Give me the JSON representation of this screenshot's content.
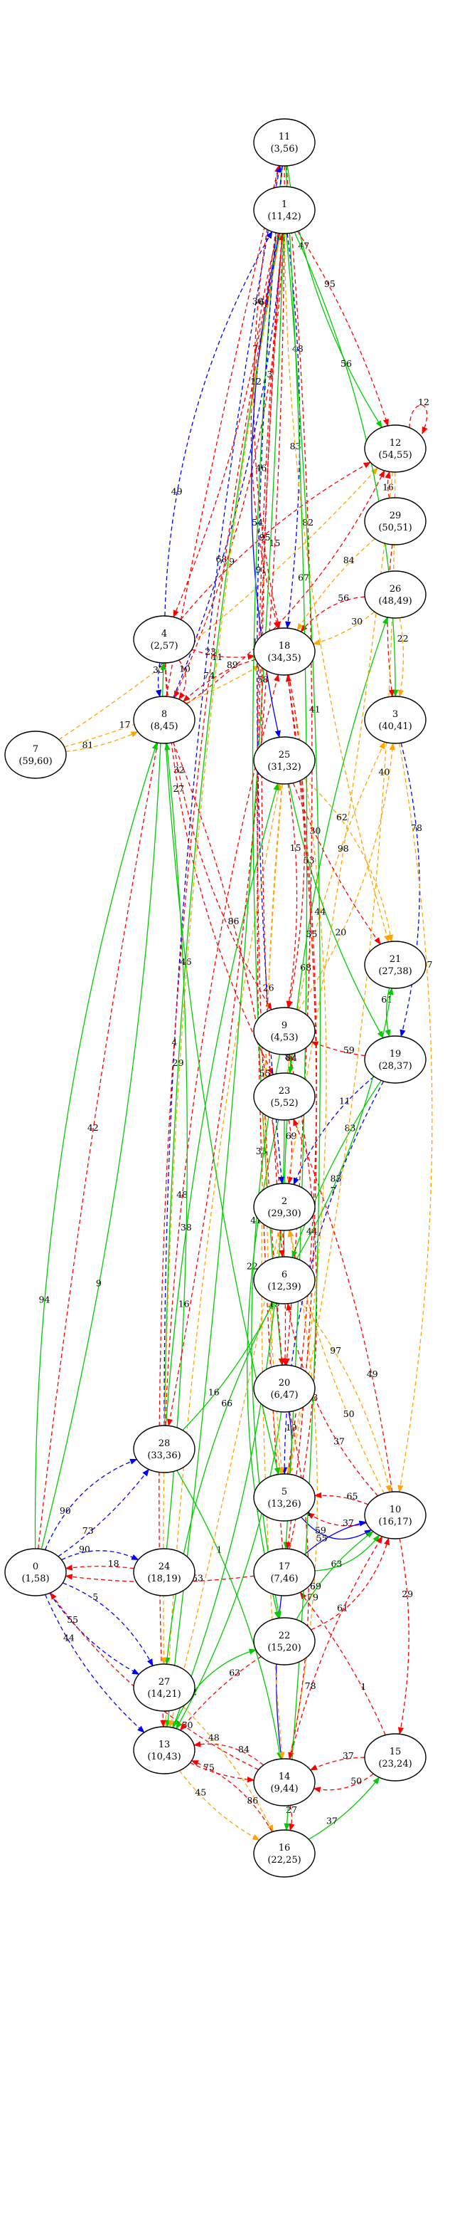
{
  "colors": {
    "red": "#ff0000",
    "blue": "#0000ff",
    "green": "#00cc00",
    "orange": "#ffa500"
  },
  "nodes": [
    {
      "id": "0",
      "label": "0",
      "sub": "(1,58)"
    },
    {
      "id": "1",
      "label": "1",
      "sub": "(11,42)"
    },
    {
      "id": "2",
      "label": "2",
      "sub": "(29,30)"
    },
    {
      "id": "3",
      "label": "3",
      "sub": "(40,41)"
    },
    {
      "id": "4",
      "label": "4",
      "sub": "(2,57)"
    },
    {
      "id": "5",
      "label": "5",
      "sub": "(13,26)"
    },
    {
      "id": "6",
      "label": "6",
      "sub": "(12,39)"
    },
    {
      "id": "7",
      "label": "7",
      "sub": "(59,60)"
    },
    {
      "id": "8",
      "label": "8",
      "sub": "(8,45)"
    },
    {
      "id": "9",
      "label": "9",
      "sub": "(4,53)"
    },
    {
      "id": "10",
      "label": "10",
      "sub": "(16,17)"
    },
    {
      "id": "11",
      "label": "11",
      "sub": "(3,56)"
    },
    {
      "id": "12",
      "label": "12",
      "sub": "(54,55)"
    },
    {
      "id": "13",
      "label": "13",
      "sub": "(10,43)"
    },
    {
      "id": "14",
      "label": "14",
      "sub": "(9,44)"
    },
    {
      "id": "15",
      "label": "15",
      "sub": "(23,24)"
    },
    {
      "id": "16",
      "label": "16",
      "sub": "(22,25)"
    },
    {
      "id": "17",
      "label": "17",
      "sub": "(7,46)"
    },
    {
      "id": "18",
      "label": "18",
      "sub": "(34,35)"
    },
    {
      "id": "19",
      "label": "19",
      "sub": "(28,37)"
    },
    {
      "id": "20",
      "label": "20",
      "sub": "(6,47)"
    },
    {
      "id": "21",
      "label": "21",
      "sub": "(27,38)"
    },
    {
      "id": "22",
      "label": "22",
      "sub": "(15,20)"
    },
    {
      "id": "23",
      "label": "23",
      "sub": "(5,52)"
    },
    {
      "id": "24",
      "label": "24",
      "sub": "(18,19)"
    },
    {
      "id": "25",
      "label": "25",
      "sub": "(31,32)"
    },
    {
      "id": "26",
      "label": "26",
      "sub": "(48,49)"
    },
    {
      "id": "27",
      "label": "27",
      "sub": "(14,21)"
    },
    {
      "id": "28",
      "label": "28",
      "sub": "(33,36)"
    },
    {
      "id": "29",
      "label": "29",
      "sub": "(50,51)"
    }
  ],
  "edges": [
    {
      "from": "7",
      "to": "12",
      "color": "orange",
      "style": "dashed",
      "label": "2"
    },
    {
      "from": "4",
      "to": "12",
      "color": "red",
      "style": "dashed",
      "label": "9"
    },
    {
      "from": "8",
      "to": "12",
      "color": "red",
      "style": "dashed",
      "label": "18"
    },
    {
      "from": "0",
      "to": "11",
      "color": "red",
      "style": "dashed",
      "label": "42"
    },
    {
      "from": "11",
      "to": "12",
      "color": "green",
      "style": "solid",
      "label": "47"
    },
    {
      "from": "1",
      "to": "12",
      "color": "red",
      "style": "dashed",
      "label": "95"
    },
    {
      "from": "12",
      "to": "12",
      "color": "red",
      "style": "dashed",
      "label": "12"
    },
    {
      "from": "4",
      "to": "1",
      "color": "blue",
      "style": "dashed",
      "label": "49"
    },
    {
      "from": "8",
      "to": "1",
      "color": "blue",
      "style": "dashed",
      "label": "68"
    },
    {
      "from": "28",
      "to": "11",
      "color": "blue",
      "style": "dashed",
      "label": "4"
    },
    {
      "from": "7",
      "to": "18",
      "color": "orange",
      "style": "dashed",
      "label": "17"
    },
    {
      "from": "28",
      "to": "1",
      "color": "green",
      "style": "solid",
      "label": "29"
    },
    {
      "from": "4",
      "to": "18",
      "color": "red",
      "style": "dashed",
      "label": "23"
    },
    {
      "from": "28",
      "to": "18",
      "color": "red",
      "style": "dashed",
      "label": "48"
    },
    {
      "from": "5",
      "to": "18",
      "color": "red",
      "style": "dashed",
      "label": "44"
    },
    {
      "from": "1",
      "to": "18",
      "color": "blue",
      "style": "dashed",
      "label": "48"
    },
    {
      "from": "1",
      "to": "18",
      "color": "red",
      "style": "dashed",
      "label": "7"
    },
    {
      "from": "29",
      "to": "12",
      "color": "red",
      "style": "dashed",
      "label": "16"
    },
    {
      "from": "29",
      "to": "18",
      "color": "orange",
      "style": "dashed",
      "label": "84"
    },
    {
      "from": "26",
      "to": "18",
      "color": "orange",
      "style": "dashed",
      "label": "30"
    },
    {
      "from": "26",
      "to": "18",
      "color": "red",
      "style": "dashed",
      "label": "56"
    },
    {
      "from": "17",
      "to": "1",
      "color": "red",
      "style": "dashed",
      "label": "33"
    },
    {
      "from": "18",
      "to": "8",
      "color": "red",
      "style": "dashed",
      "label": "89"
    },
    {
      "from": "11",
      "to": "4",
      "color": "red",
      "style": "dashed",
      "label": "61"
    },
    {
      "from": "11",
      "to": "18",
      "color": "red",
      "style": "dashed",
      "label": "30"
    },
    {
      "from": "1",
      "to": "8",
      "color": "red",
      "style": "dashed",
      "label": "3"
    },
    {
      "from": "4",
      "to": "8",
      "color": "blue",
      "style": "dashed",
      "label": "33"
    },
    {
      "from": "4",
      "to": "8",
      "color": "red",
      "style": "dashed",
      "label": "10"
    },
    {
      "from": "7",
      "to": "8",
      "color": "orange",
      "style": "dashed",
      "label": "81"
    },
    {
      "from": "1",
      "to": "3",
      "color": "green",
      "style": "solid",
      "label": "56"
    },
    {
      "from": "29",
      "to": "3",
      "color": "red",
      "style": "dashed",
      "label": "58"
    },
    {
      "from": "26",
      "to": "3",
      "color": "orange",
      "style": "dashed",
      "label": "22"
    },
    {
      "from": "9",
      "to": "3",
      "color": "orange",
      "style": "dashed",
      "label": "20"
    },
    {
      "from": "23",
      "to": "3",
      "color": "orange",
      "style": "dashed",
      "label": "68"
    },
    {
      "from": "1",
      "to": "25",
      "color": "blue",
      "style": "solid",
      "label": "12"
    },
    {
      "from": "13",
      "to": "25",
      "color": "orange",
      "style": "dashed",
      "label": "57"
    },
    {
      "from": "0",
      "to": "4",
      "color": "green",
      "style": "solid",
      "label": "9"
    },
    {
      "from": "0",
      "to": "8",
      "color": "green",
      "style": "solid",
      "label": "94"
    },
    {
      "from": "24",
      "to": "8",
      "color": "green",
      "style": "solid",
      "label": "16"
    },
    {
      "from": "6",
      "to": "26",
      "color": "green",
      "style": "solid",
      "label": "84"
    },
    {
      "from": "25",
      "to": "21",
      "color": "red",
      "style": "dashed",
      "label": "30"
    },
    {
      "from": "25",
      "to": "21",
      "color": "orange",
      "style": "dashed",
      "label": "62"
    },
    {
      "from": "21",
      "to": "19",
      "color": "green",
      "style": "solid",
      "label": "61"
    },
    {
      "from": "25",
      "to": "9",
      "color": "red",
      "style": "dashed",
      "label": "15"
    },
    {
      "from": "17",
      "to": "9",
      "color": "red",
      "style": "dashed",
      "label": "73"
    },
    {
      "from": "19",
      "to": "9",
      "color": "red",
      "style": "dashed",
      "label": "59"
    },
    {
      "from": "1",
      "to": "21",
      "color": "orange",
      "style": "dashed",
      "label": "83"
    },
    {
      "from": "3",
      "to": "19",
      "color": "blue",
      "style": "dashed",
      "label": "78"
    },
    {
      "from": "25",
      "to": "19",
      "color": "green",
      "style": "solid",
      "label": "53"
    },
    {
      "from": "9",
      "to": "23",
      "color": "green",
      "style": "solid",
      "label": "87"
    },
    {
      "from": "10",
      "to": "23",
      "color": "red",
      "style": "dashed",
      "label": "49"
    },
    {
      "from": "23",
      "to": "2",
      "color": "red",
      "style": "dashed",
      "label": "69"
    },
    {
      "from": "19",
      "to": "2",
      "color": "blue",
      "style": "dashed",
      "label": "11"
    },
    {
      "from": "5",
      "to": "2",
      "color": "orange",
      "style": "dashed",
      "label": "20"
    },
    {
      "from": "14",
      "to": "2",
      "color": "orange",
      "style": "dashed",
      "label": "79"
    },
    {
      "from": "10",
      "to": "2",
      "color": "orange",
      "style": "dashed",
      "label": "50"
    },
    {
      "from": "6",
      "to": "21",
      "color": "green",
      "style": "solid",
      "label": "83"
    },
    {
      "from": "3",
      "to": "10",
      "color": "orange",
      "style": "dashed",
      "label": "67"
    },
    {
      "from": "28",
      "to": "6",
      "color": "green",
      "style": "solid",
      "label": "16"
    },
    {
      "from": "6",
      "to": "10",
      "color": "orange",
      "style": "dashed",
      "label": "97"
    },
    {
      "from": "19",
      "to": "6",
      "color": "green",
      "style": "solid",
      "label": "83"
    },
    {
      "from": "20",
      "to": "5",
      "color": "blue",
      "style": "solid",
      "label": "19"
    },
    {
      "from": "19",
      "to": "5",
      "color": "blue",
      "style": "dashed",
      "label": "7"
    },
    {
      "from": "10",
      "to": "6",
      "color": "red",
      "style": "dashed",
      "label": "37"
    },
    {
      "from": "10",
      "to": "5",
      "color": "red",
      "style": "dashed",
      "label": "65"
    },
    {
      "from": "10",
      "to": "5",
      "color": "red",
      "style": "dashed",
      "label": "37"
    },
    {
      "from": "5",
      "to": "10",
      "color": "blue",
      "style": "solid",
      "label": "59"
    },
    {
      "from": "17",
      "to": "10",
      "color": "blue",
      "style": "solid",
      "label": "55"
    },
    {
      "from": "17",
      "to": "10",
      "color": "green",
      "style": "solid",
      "label": "63"
    },
    {
      "from": "22",
      "to": "10",
      "color": "green",
      "style": "solid",
      "label": "69"
    },
    {
      "from": "15",
      "to": "17",
      "color": "red",
      "style": "dashed",
      "label": "1"
    },
    {
      "from": "10",
      "to": "15",
      "color": "red",
      "style": "dashed",
      "label": "29"
    },
    {
      "from": "22",
      "to": "10",
      "color": "red",
      "style": "dashed",
      "label": "61"
    },
    {
      "from": "14",
      "to": "10",
      "color": "red",
      "style": "dashed",
      "label": "78"
    },
    {
      "from": "15",
      "to": "14",
      "color": "red",
      "style": "dashed",
      "label": "37"
    },
    {
      "from": "15",
      "to": "14",
      "color": "red",
      "style": "dashed",
      "label": "50"
    },
    {
      "from": "16",
      "to": "15",
      "color": "green",
      "style": "solid",
      "label": "37"
    },
    {
      "from": "14",
      "to": "16",
      "color": "red",
      "style": "dashed",
      "label": "27"
    },
    {
      "from": "0",
      "to": "28",
      "color": "blue",
      "style": "dashed",
      "label": "73"
    },
    {
      "from": "0",
      "to": "28",
      "color": "blue",
      "style": "dashed",
      "label": "90"
    },
    {
      "from": "24",
      "to": "0",
      "color": "red",
      "style": "dashed",
      "label": "18"
    },
    {
      "from": "0",
      "to": "24",
      "color": "blue",
      "style": "dashed",
      "label": "90"
    },
    {
      "from": "0",
      "to": "27",
      "color": "blue",
      "style": "dashed",
      "label": "55"
    },
    {
      "from": "0",
      "to": "27",
      "color": "blue",
      "style": "dashed",
      "label": "5"
    },
    {
      "from": "0",
      "to": "13",
      "color": "blue",
      "style": "dashed",
      "label": "44"
    },
    {
      "from": "17",
      "to": "0",
      "color": "red",
      "style": "dashed",
      "label": "53"
    },
    {
      "from": "6",
      "to": "27",
      "color": "green",
      "style": "solid",
      "label": "66"
    },
    {
      "from": "14",
      "to": "0",
      "color": "red",
      "style": "dashed",
      "label": "50"
    },
    {
      "from": "22",
      "to": "13",
      "color": "red",
      "style": "dashed",
      "label": "63"
    },
    {
      "from": "20",
      "to": "14",
      "color": "red",
      "style": "dashed",
      "label": "64"
    },
    {
      "from": "17",
      "to": "14",
      "color": "blue",
      "style": "solid",
      "label": "86"
    },
    {
      "from": "28",
      "to": "14",
      "color": "green",
      "style": "solid",
      "label": "1"
    },
    {
      "from": "23",
      "to": "22",
      "color": "green",
      "style": "solid",
      "label": "22"
    },
    {
      "from": "27",
      "to": "16",
      "color": "orange",
      "style": "dashed",
      "label": "48"
    },
    {
      "from": "13",
      "to": "16",
      "color": "orange",
      "style": "dashed",
      "label": "45"
    },
    {
      "from": "1",
      "to": "13",
      "color": "green",
      "style": "solid",
      "label": "58"
    },
    {
      "from": "13",
      "to": "14",
      "color": "red",
      "style": "dashed",
      "label": "75"
    },
    {
      "from": "13",
      "to": "22",
      "color": "green",
      "style": "solid",
      "label": "62"
    },
    {
      "from": "14",
      "to": "13",
      "color": "red",
      "style": "dashed",
      "label": "84"
    },
    {
      "from": "23",
      "to": "13",
      "color": "green",
      "style": "solid",
      "label": "19"
    },
    {
      "from": "16",
      "to": "13",
      "color": "red",
      "style": "dashed",
      "label": "86"
    },
    {
      "from": "20",
      "to": "13",
      "color": "green",
      "style": "solid",
      "label": "10"
    },
    {
      "from": "1",
      "to": "13",
      "color": "red",
      "style": "dashed",
      "label": "74"
    },
    {
      "from": "12",
      "to": "13",
      "color": "orange",
      "style": "dashed",
      "label": "98"
    },
    {
      "from": "11",
      "to": "20",
      "color": "green",
      "style": "solid",
      "label": "54"
    },
    {
      "from": "11",
      "to": "20",
      "color": "red",
      "style": "dashed",
      "label": "82"
    },
    {
      "from": "1",
      "to": "20",
      "color": "red",
      "style": "dashed",
      "label": "91"
    },
    {
      "from": "8",
      "to": "20",
      "color": "red",
      "style": "dashed",
      "label": "86"
    },
    {
      "from": "1",
      "to": "6",
      "color": "red",
      "style": "dashed",
      "label": "95"
    },
    {
      "from": "18",
      "to": "5",
      "color": "orange",
      "style": "dashed",
      "label": "44"
    },
    {
      "from": "25",
      "to": "5",
      "color": "orange",
      "style": "dashed",
      "label": "26"
    },
    {
      "from": "12",
      "to": "5",
      "color": "orange",
      "style": "dashed",
      "label": "40"
    },
    {
      "from": "4",
      "to": "9",
      "color": "red",
      "style": "dashed",
      "label": "32"
    },
    {
      "from": "11",
      "to": "17",
      "color": "green",
      "style": "solid",
      "label": "67"
    },
    {
      "from": "4",
      "to": "23",
      "color": "red",
      "style": "dashed",
      "label": "27"
    },
    {
      "from": "28",
      "to": "25",
      "color": "green",
      "style": "solid",
      "label": "38"
    },
    {
      "from": "11",
      "to": "2",
      "color": "blue",
      "style": "dashed",
      "label": "46"
    },
    {
      "from": "1",
      "to": "16",
      "color": "green",
      "style": "solid",
      "label": "41"
    },
    {
      "from": "25",
      "to": "14",
      "color": "orange",
      "style": "dashed",
      "label": "55"
    },
    {
      "from": "18",
      "to": "17",
      "color": "red",
      "style": "dashed",
      "label": "35"
    },
    {
      "from": "8",
      "to": "5",
      "color": "green",
      "style": "solid",
      "label": "46"
    },
    {
      "from": "18",
      "to": "9",
      "color": "red",
      "style": "dashed",
      "label": "28"
    },
    {
      "from": "1",
      "to": "27",
      "color": "orange",
      "style": "dashed",
      "label": "11"
    },
    {
      "from": "11",
      "to": "28",
      "color": "red",
      "style": "dashed",
      "label": "15"
    },
    {
      "from": "9",
      "to": "22",
      "color": "green",
      "style": "solid",
      "label": "41"
    }
  ]
}
